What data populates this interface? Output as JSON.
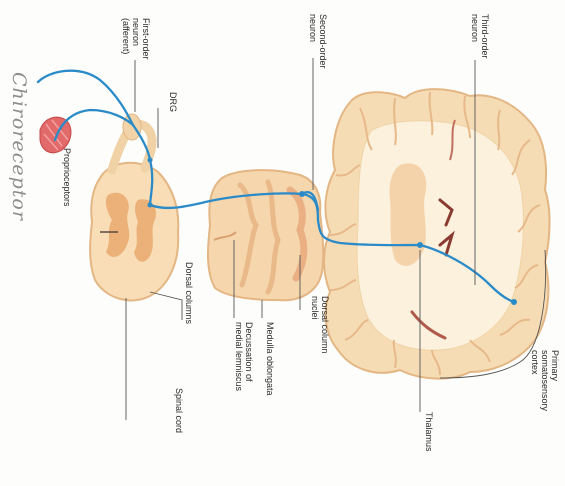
{
  "labels": {
    "first_order": [
      "First-order",
      "neuron",
      "(afferent)"
    ],
    "drg": "DRG",
    "second_order": [
      "Second-order",
      "neuron"
    ],
    "third_order": [
      "Third-order",
      "neuron"
    ],
    "proprioceptors": "Proprioceptors",
    "dorsal_columns": "Dorsal columns",
    "spinal_cord": "Spinal cord",
    "decussation": [
      "Decussation of",
      "medial lemniscus"
    ],
    "medulla": "Medulla oblongata",
    "dorsal_column_nuclei": [
      "Dorsal column",
      "nuclei"
    ],
    "thalamus": "Thalamus",
    "primary_cortex": [
      "Primary",
      "somatosensory",
      "cortex"
    ]
  },
  "handwriting": "Chiroreceptor",
  "colors": {
    "pathway": "#2a8bc8",
    "tissue": "#f6dcb4",
    "grey_matter": "#e9a96f",
    "proprioceptor": "#e26a6a"
  }
}
